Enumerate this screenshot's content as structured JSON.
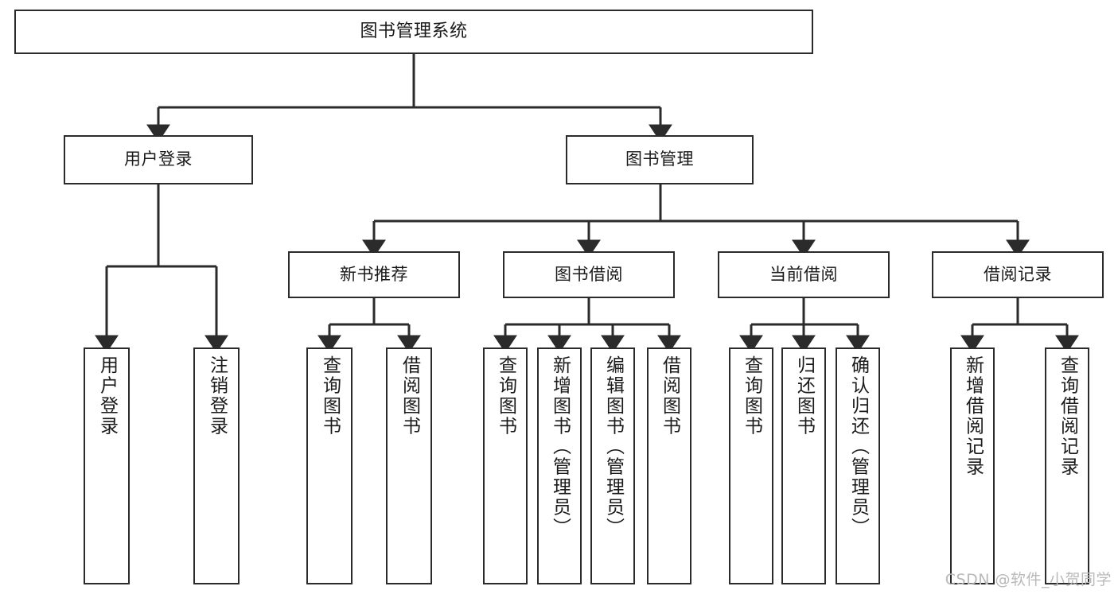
{
  "diagram": {
    "title": "图书管理系统",
    "watermark": "CSDN @软件_小贺同学",
    "stroke_color": "#2b2b2b",
    "background_color": "#ffffff",
    "watermark_color": "#b9b9b9",
    "levels": {
      "root": {
        "label": "图书管理系统"
      },
      "level2": [
        {
          "label": "用户登录"
        },
        {
          "label": "图书管理"
        }
      ],
      "level3": [
        {
          "label": "新书推荐"
        },
        {
          "label": "图书借阅"
        },
        {
          "label": "当前借阅"
        },
        {
          "label": "借阅记录"
        }
      ],
      "leaves": {
        "user_login": [
          {
            "label": "用户登录"
          },
          {
            "label": "注销登录"
          }
        ],
        "new_book_recommend": [
          {
            "label": "查询图书"
          },
          {
            "label": "借阅图书"
          }
        ],
        "book_borrow": [
          {
            "label": "查询图书"
          },
          {
            "label": "新增图书（管理员）"
          },
          {
            "label": "编辑图书（管理员）"
          },
          {
            "label": "借阅图书"
          }
        ],
        "current_borrow": [
          {
            "label": "查询图书"
          },
          {
            "label": "归还图书"
          },
          {
            "label": "确认归还（管理员）"
          }
        ],
        "borrow_record": [
          {
            "label": "新增借阅记录"
          },
          {
            "label": "查询借阅记录"
          }
        ]
      }
    }
  }
}
